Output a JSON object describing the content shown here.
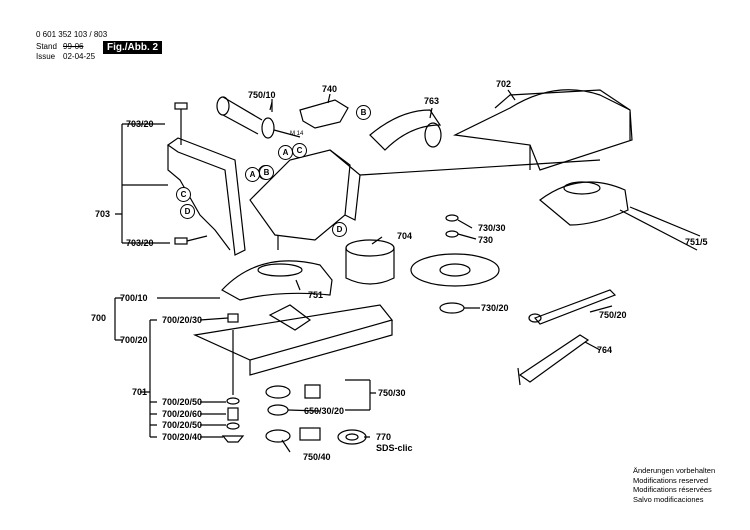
{
  "header": {
    "part_number": "0 601 352 103 / 803",
    "stand_label": "Stand",
    "stand_value": "99-06",
    "issue_label": "Issue",
    "issue_value": "02-04-25",
    "figure_label": "Fig./Abb. 2"
  },
  "labels": {
    "l750_10": "750/10",
    "l740": "740",
    "l702": "702",
    "l763": "763",
    "l703_20a": "703/20",
    "l703": "703",
    "l703_20b": "703/20",
    "m14": "M 14",
    "l704": "704",
    "l730_30": "730/30",
    "l730": "730",
    "l751_5": "751/5",
    "l700_10": "700/10",
    "l751": "751",
    "l700": "700",
    "l700_20_30": "700/20/30",
    "l700_20": "700/20",
    "l730_20": "730/20",
    "l750_20": "750/20",
    "l764": "764",
    "l701": "701",
    "l700_20_50a": "700/20/50",
    "l700_20_60": "700/20/60",
    "l700_20_50b": "700/20/50",
    "l700_20_40": "700/20/40",
    "l750_30": "750/30",
    "l650_30_20": "650/30/20",
    "l770": "770",
    "sds": "SDS-clic",
    "l750_40": "750/40"
  },
  "markers": {
    "a1": "A",
    "c1": "C",
    "b1": "B",
    "a2": "A",
    "b2": "B",
    "c2": "C",
    "d1": "D",
    "d2": "D",
    "b3": "B"
  },
  "notes": [
    "Änderungen vorbehalten",
    "Modifications reserved",
    "Modifications réservées",
    "Salvo modificaciones"
  ]
}
